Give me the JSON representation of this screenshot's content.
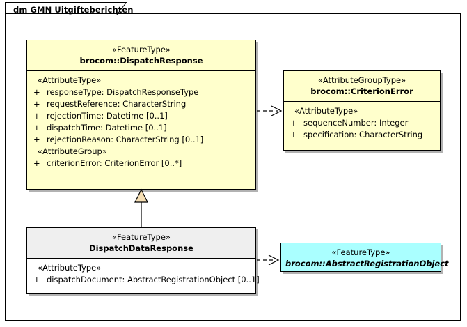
{
  "diagram": {
    "frame_title": "dm GMN Uitgifteberichten"
  },
  "classes": {
    "dispatch_response": {
      "stereotype": "«FeatureType»",
      "name": "brocom::DispatchResponse",
      "groups": [
        {
          "label": "«AttributeType»",
          "attributes": [
            {
              "visibility": "+",
              "text": "responseType: DispatchResponseType"
            },
            {
              "visibility": "+",
              "text": "requestReference: CharacterString"
            },
            {
              "visibility": "+",
              "text": "rejectionTime: Datetime [0..1]"
            },
            {
              "visibility": "+",
              "text": "dispatchTime: Datetime [0..1]"
            },
            {
              "visibility": "+",
              "text": "rejectionReason: CharacterString [0..1]"
            }
          ]
        },
        {
          "label": "«AttributeGroup»",
          "attributes": [
            {
              "visibility": "+",
              "text": "criterionError: CriterionError [0..*]"
            }
          ]
        }
      ]
    },
    "criterion_error": {
      "stereotype": "«AttributeGroupType»",
      "name": "brocom::CriterionError",
      "groups": [
        {
          "label": "«AttributeType»",
          "attributes": [
            {
              "visibility": "+",
              "text": "sequenceNumber: Integer"
            },
            {
              "visibility": "+",
              "text": "specification: CharacterString"
            }
          ]
        }
      ]
    },
    "dispatch_data_response": {
      "stereotype": "«FeatureType»",
      "name": "DispatchDataResponse",
      "groups": [
        {
          "label": "«AttributeType»",
          "attributes": [
            {
              "visibility": "+",
              "text": "dispatchDocument: AbstractRegistrationObject [0..1]"
            }
          ]
        }
      ]
    },
    "abstract_registration_object": {
      "stereotype": "«FeatureType»",
      "name": "brocom::AbstractRegistrationObject"
    }
  },
  "connectors": [
    {
      "name": "dependency-dispatchresponse-to-criterionerror",
      "type": "dependency"
    },
    {
      "name": "generalization-dispatchdataresponse-to-dispatchresponse",
      "type": "generalization"
    },
    {
      "name": "dependency-dispatchdataresponse-to-abstractregistrationobject",
      "type": "dependency"
    }
  ],
  "colors": {
    "class_fill_yellow": "#ffffcc",
    "class_fill_cyan": "#aaffff",
    "class_header_gray": "#efefef",
    "generalization_arrow_fill": "#f5deb3",
    "border": "#000000"
  }
}
